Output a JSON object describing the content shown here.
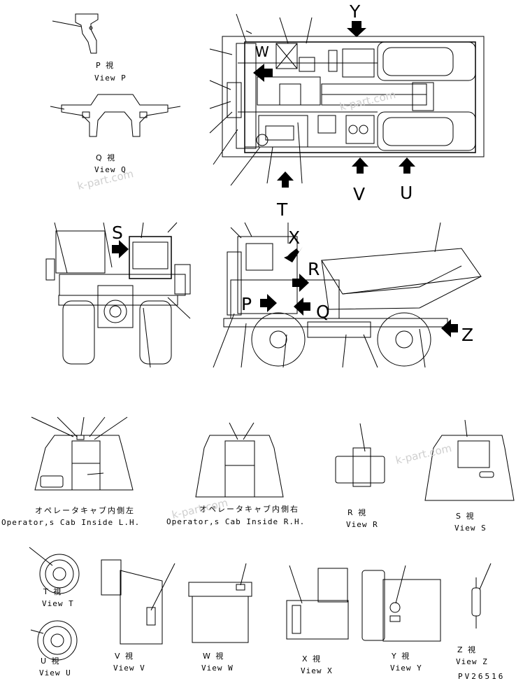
{
  "views": {
    "p": {
      "jp": "P 視",
      "en": "View P"
    },
    "q": {
      "jp": "Q 視",
      "en": "View Q"
    },
    "r": {
      "jp": "R 視",
      "en": "View R"
    },
    "s": {
      "jp": "S 視",
      "en": "View S"
    },
    "t": {
      "jp": "T 視",
      "en": "View T"
    },
    "u": {
      "jp": "U 視",
      "en": "View U"
    },
    "v": {
      "jp": "V 視",
      "en": "View V"
    },
    "w": {
      "jp": "W 視",
      "en": "View W"
    },
    "x": {
      "jp": "X 視",
      "en": "View X"
    },
    "y": {
      "jp": "Y 視",
      "en": "View Y"
    },
    "z": {
      "jp": "Z 視",
      "en": "View Z"
    }
  },
  "cab_left": {
    "jp": "オペレータキャブ内側左",
    "en": "Operator,s Cab Inside L.H."
  },
  "cab_right": {
    "jp": "オペレータキャブ内側右",
    "en": "Operator,s Cab Inside R.H."
  },
  "arrow_letters": {
    "y": "Y",
    "w": "W",
    "t": "T",
    "v": "V",
    "u": "U",
    "s": "S",
    "x": "X",
    "r": "R",
    "p": "P",
    "q": "Q",
    "z": "Z"
  },
  "watermark": "k-part.com",
  "drawing_code": "PV26516"
}
